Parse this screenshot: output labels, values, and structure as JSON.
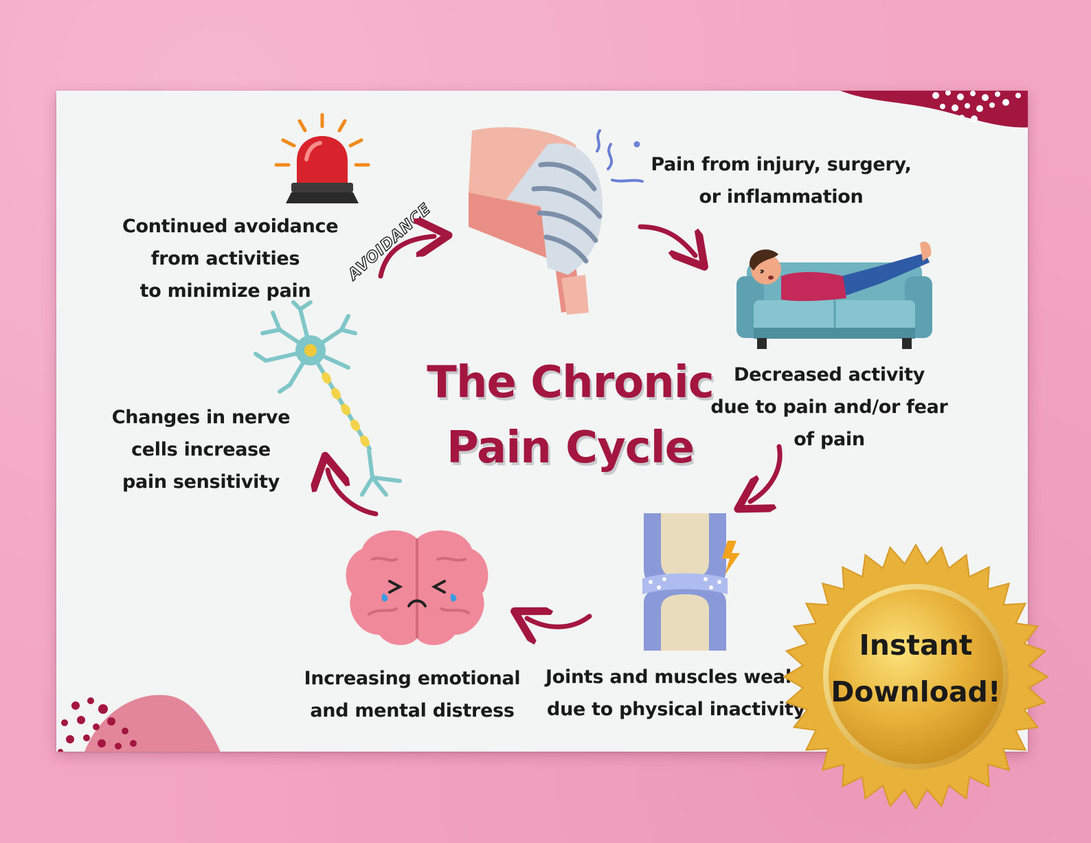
{
  "title": {
    "line1": "The Chronic",
    "line2": "Pain Cycle"
  },
  "avoidance_tag": "AVOIDANCE",
  "steps": [
    {
      "id": "injury",
      "lines": [
        "Pain from injury, surgery,",
        "or inflammation"
      ],
      "icon": "bandaged-knee-icon"
    },
    {
      "id": "decreased-activity",
      "lines": [
        "Decreased activity",
        "due to pain and/or fear",
        "of pain"
      ],
      "icon": "man-on-couch-icon"
    },
    {
      "id": "weakening",
      "lines": [
        "Joints and muscles weaken",
        "due to physical inactivity"
      ],
      "icon": "knee-joint-icon"
    },
    {
      "id": "distress",
      "lines": [
        "Increasing emotional",
        "and mental distress"
      ],
      "icon": "crying-brain-icon"
    },
    {
      "id": "nerve-changes",
      "lines": [
        "Changes in nerve",
        "cells increase",
        "pain sensitivity"
      ],
      "icon": "neuron-icon"
    },
    {
      "id": "avoidance",
      "lines": [
        "Continued avoidance",
        "from activities",
        "to minimize pain"
      ],
      "icon": "alarm-siren-icon"
    }
  ],
  "badge": {
    "line1": "Instant",
    "line2": "Download!"
  },
  "colors": {
    "accent": "#a3163f",
    "background": "#f3a6c3",
    "card": "#f3f4f4",
    "badge_gold": "#e8b23a"
  }
}
